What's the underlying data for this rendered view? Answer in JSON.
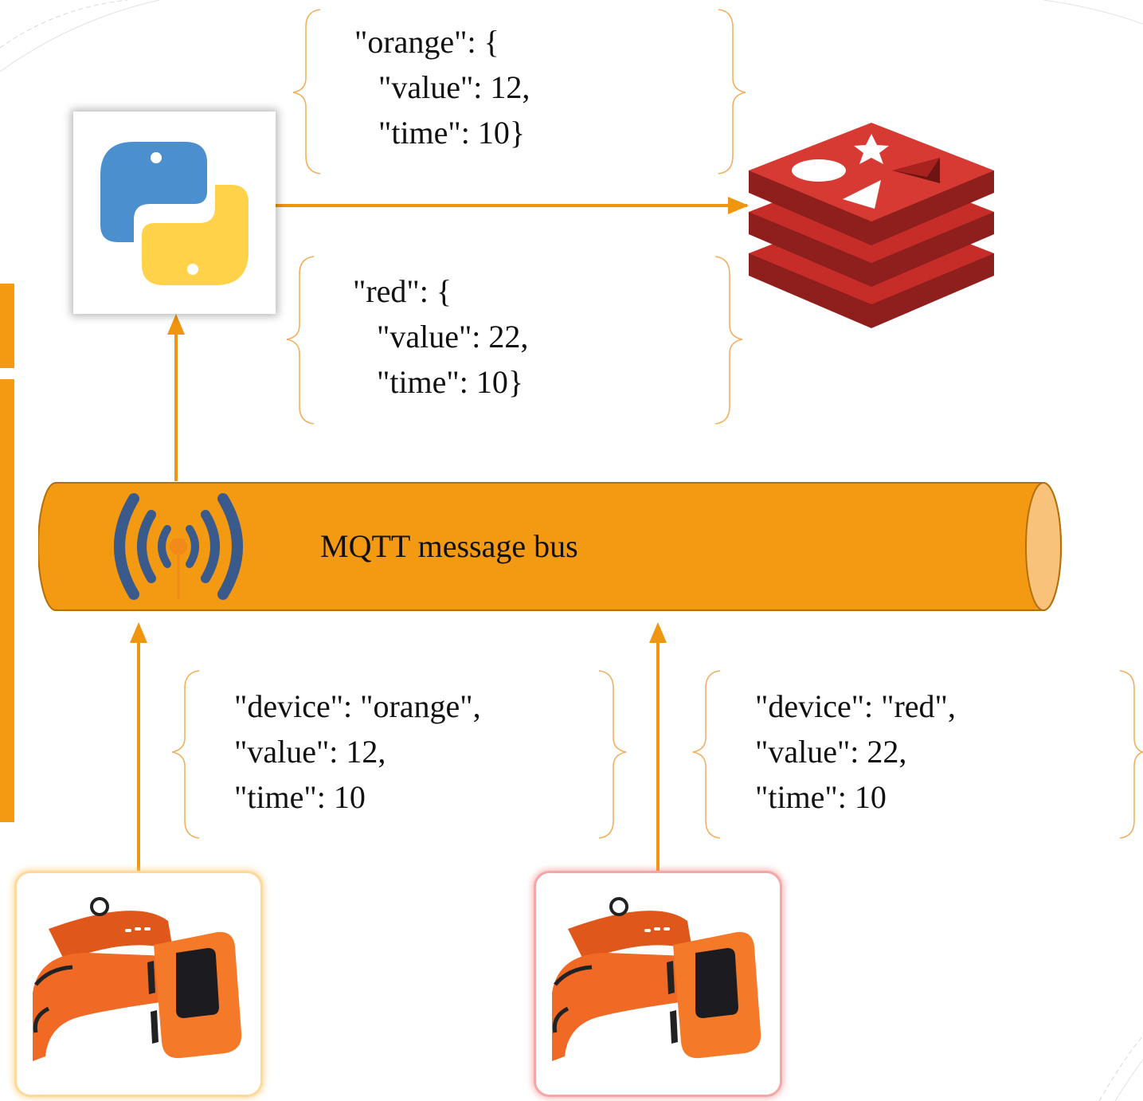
{
  "colors": {
    "accent": "#f0950e",
    "bus": "#f39a12",
    "bus_end": "#f8c27a",
    "brace": "#f0b060",
    "redis": "#c62d28",
    "python_blue": "#4b8fcf",
    "python_yellow": "#ffd24a",
    "mqtt_icon": "#3a5a8c"
  },
  "icons": [
    "python-logo-icon",
    "redis-logo-icon",
    "mqtt-logo-icon",
    "orange-wristband-device-icon",
    "red-wristband-device-icon"
  ],
  "messages": {
    "orange_store": "\"orange\": {\n   \"value\": 12,\n   \"time\": 10}",
    "red_store": "\"red\": {\n   \"value\": 22,\n   \"time\": 10}",
    "orange_device": "\"device\": \"orange\",\n\"value\": 12,\n\"time\": 10",
    "red_device": "\"device\": \"red\",\n\"value\": 22,\n\"time\": 10"
  },
  "bus": {
    "label": "MQTT message bus"
  }
}
